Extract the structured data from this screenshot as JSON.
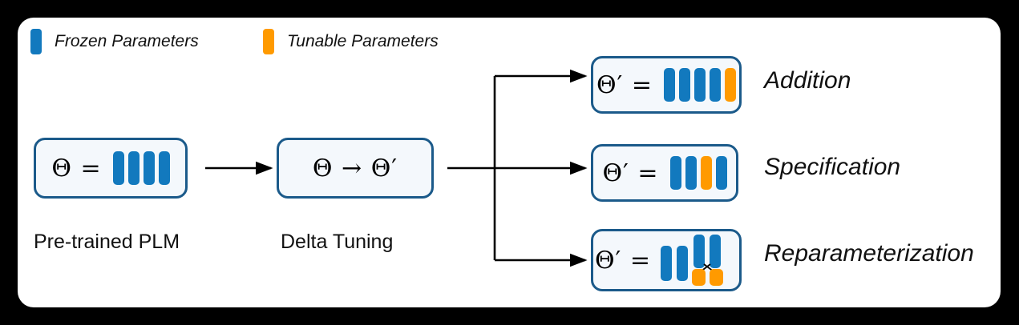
{
  "figure": {
    "background_color": "#000000",
    "panel_color": "#ffffff",
    "box_fill": "#f4f8fc",
    "box_border": "#1b5a8a"
  },
  "colors": {
    "frozen": "#1279be",
    "tunable": "#ff9a00"
  },
  "legend": {
    "items": [
      {
        "label": "Frozen Parameters",
        "swatch": "#1279be",
        "icon": "blue-bar-swatch-icon"
      },
      {
        "label": "Tunable Parameters",
        "swatch": "#ff9a00",
        "icon": "orange-bar-swatch-icon"
      }
    ]
  },
  "pipeline": {
    "pretrained": {
      "formula": "Θ =",
      "caption": "Pre-trained PLM",
      "bars": [
        "frozen",
        "frozen",
        "frozen",
        "frozen"
      ]
    },
    "delta": {
      "formula": "Θ → Θ′",
      "caption": "Delta Tuning"
    }
  },
  "methods": [
    {
      "id": "addition",
      "formula": "Θ′ =",
      "label": "Addition",
      "bars": [
        "frozen",
        "frozen",
        "frozen",
        "frozen",
        "tunable"
      ]
    },
    {
      "id": "specification",
      "formula": "Θ′ =",
      "label": "Specification",
      "bars": [
        "frozen",
        "frozen",
        "tunable",
        "frozen"
      ]
    },
    {
      "id": "reparameterization",
      "formula": "Θ′ =",
      "label": "Reparameterization",
      "bars": [
        "frozen",
        "frozen",
        "frozen",
        "frozen"
      ],
      "low_rank_blocks": [
        "tunable",
        "tunable"
      ]
    }
  ],
  "connectors": {
    "stage_arrow": "arrow-pretrained-to-delta",
    "branch_arrows": [
      "arrow-to-addition",
      "arrow-to-specification",
      "arrow-to-reparameterization"
    ]
  }
}
